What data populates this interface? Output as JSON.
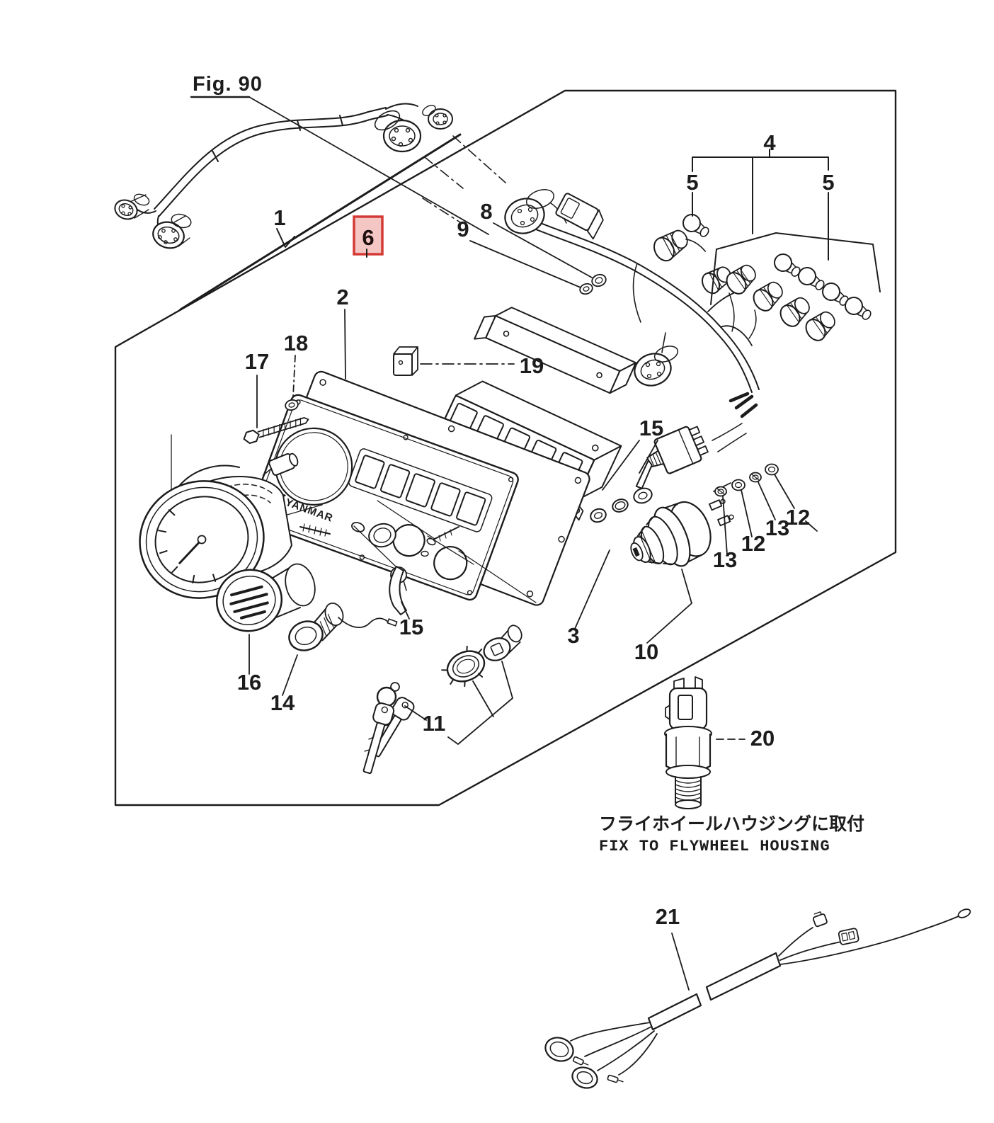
{
  "figure": {
    "label": "Fig. 90",
    "brand": "YANMAR",
    "note_jp": "フライホイールハウジングに取付",
    "note_en": "FIX TO FLYWHEEL HOUSING",
    "colors": {
      "line": "#1c1c1c",
      "background": "#ffffff",
      "highlight_border": "#d43a35",
      "highlight_fill": "#f4c7c5"
    }
  },
  "highlight": {
    "target_callout": "6"
  },
  "callouts": {
    "c1": "1",
    "c2": "2",
    "c3": "3",
    "c4": "4",
    "c5a": "5",
    "c5b": "5",
    "c6": "6",
    "c8": "8",
    "c9": "9",
    "c10": "10",
    "c11": "11",
    "c12a": "12",
    "c12b": "12",
    "c13a": "13",
    "c13b": "13",
    "c14": "14",
    "c15a": "15",
    "c15b": "15",
    "c16": "16",
    "c17": "17",
    "c18": "18",
    "c19": "19",
    "c20": "20",
    "c21": "21"
  }
}
